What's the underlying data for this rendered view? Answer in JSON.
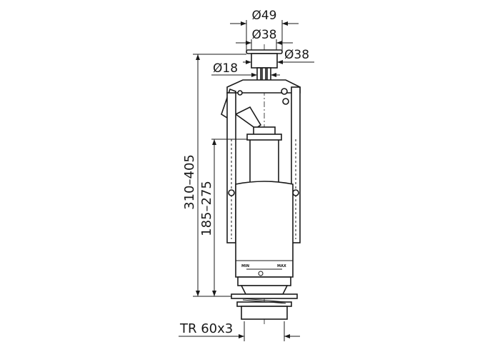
{
  "dimensions": {
    "top_outer_diameter": "Ø49",
    "top_inner_diameter": "Ø38",
    "cap_diameter": "Ø38",
    "stem_diameter": "Ø18",
    "total_height": "310–405",
    "overflow_height": "185–275",
    "thread": "TR 60x3"
  },
  "scale_labels": {
    "min": "MIN",
    "max": "MAX"
  },
  "colors": {
    "line": "#1a1a1a",
    "background": "#ffffff"
  }
}
